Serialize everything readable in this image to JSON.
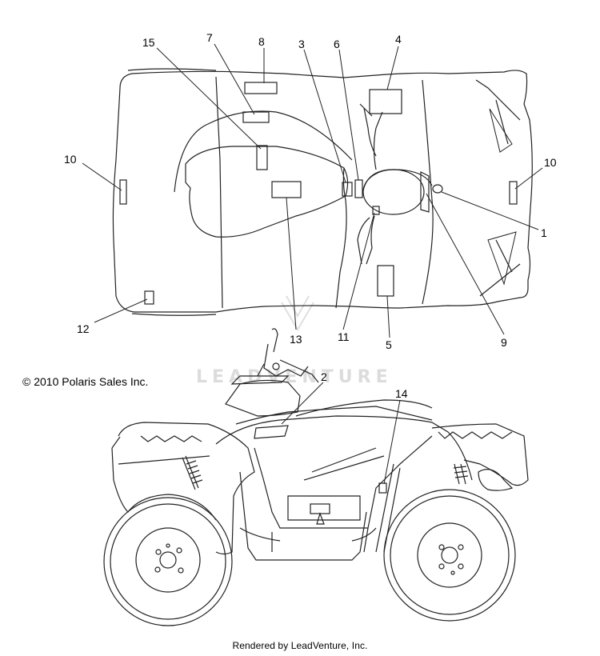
{
  "callouts": {
    "c1": "1",
    "c2": "2",
    "c3": "3",
    "c4": "4",
    "c5": "5",
    "c6": "6",
    "c7": "7",
    "c8": "8",
    "c9": "9",
    "c10_left": "10",
    "c10_right": "10",
    "c11": "11",
    "c12": "12",
    "c13": "13",
    "c14": "14",
    "c15": "15"
  },
  "copyright": "© 2010 Polaris Sales Inc.",
  "watermark": "LEADVENTURE",
  "footer": "Rendered by LeadVenture, Inc."
}
